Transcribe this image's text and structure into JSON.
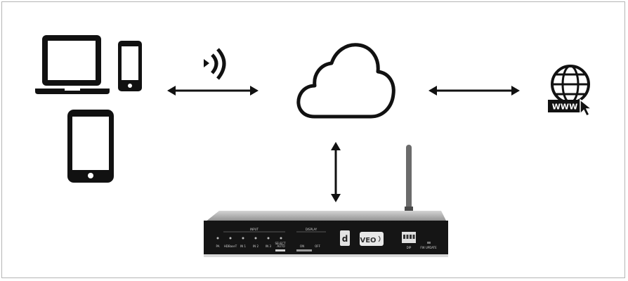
{
  "diagram": {
    "wireless_icon": "wifi-signal-icon",
    "globe_label": "WWW",
    "device": {
      "input_label": "INPUT",
      "display_label": "DISPLAY",
      "port_labels": [
        "PA",
        "HDBaseT",
        "IN 1",
        "IN 2",
        "IN 3",
        "AUTO"
      ],
      "select_label": "SELECT",
      "display_labels": [
        "ON",
        "OFF"
      ],
      "logo_text": "VEO",
      "bottom_labels": [
        "DIP",
        "FW UPDATE"
      ]
    }
  }
}
